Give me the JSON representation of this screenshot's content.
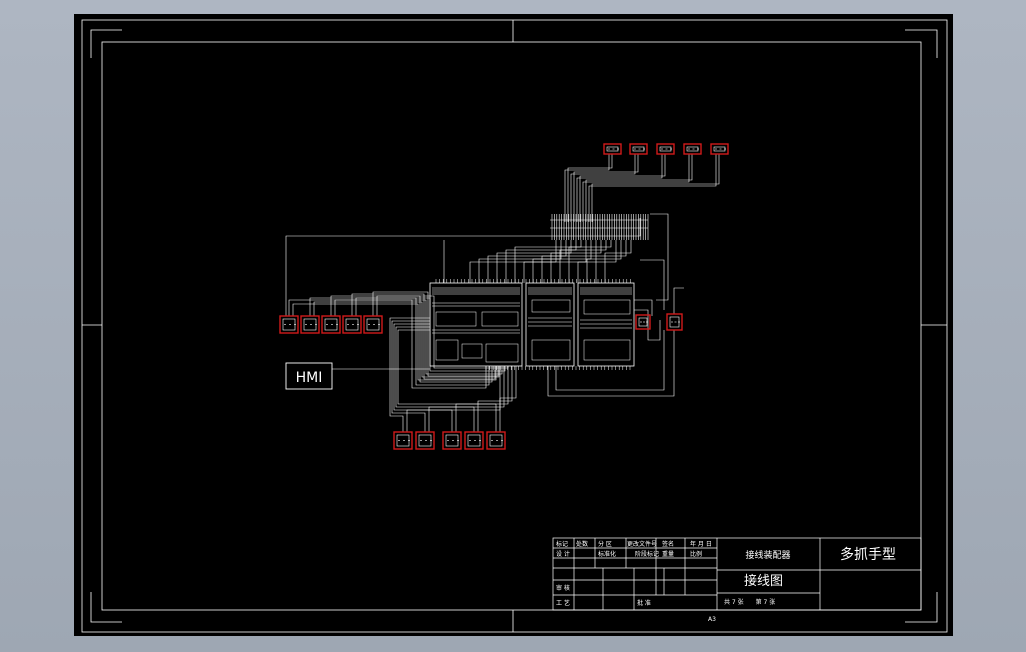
{
  "drawing": {
    "hmi_label": "HMI",
    "sheet_size": "A3",
    "title_block": {
      "product_name": "多抓手型",
      "drawing_name": "接线图",
      "assembly_name": "接线装配器",
      "header_row": [
        "标记",
        "处数",
        "分 区",
        "更改文件号",
        "签名",
        "年 月 日"
      ],
      "row_design": "设 计",
      "row_standard": "标准化",
      "row_review": "审 核",
      "row_process": "工 艺",
      "row_approve": "批 准",
      "col_stage": "阶段标记",
      "col_weight": "重量",
      "col_scale": "比例",
      "sheet_info": "共 7 张　　第 7 张"
    }
  },
  "colors": {
    "background": "#aeb6c2",
    "paper": "#000000",
    "line": "#ffffff",
    "connector": "#d11a1a"
  }
}
